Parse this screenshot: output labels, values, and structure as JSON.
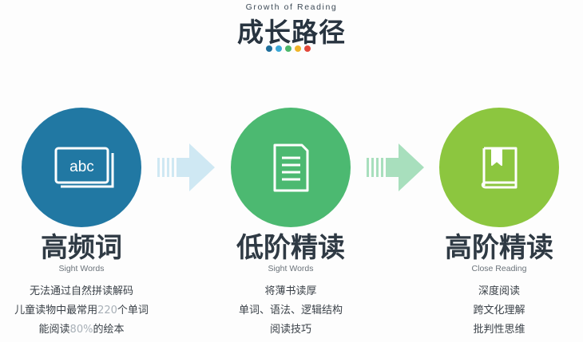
{
  "header": {
    "subtitle": "Growth of Reading",
    "title": "成长路径",
    "dot_colors": [
      "#1f6e9a",
      "#3aa7d6",
      "#4cb86a",
      "#f0b429",
      "#e2473a"
    ]
  },
  "stages": [
    {
      "icon": "abc-board-icon",
      "color": "#2178a3",
      "title": "高频词",
      "subtitle": "Sight Words",
      "lines": [
        {
          "parts": [
            {
              "text": "无法通过自然拼读解码"
            }
          ]
        },
        {
          "parts": [
            {
              "text": "儿童读物中最常用"
            },
            {
              "text": "220",
              "hl": true
            },
            {
              "text": "个单词"
            }
          ]
        },
        {
          "parts": [
            {
              "text": "能阅读"
            },
            {
              "text": "80%",
              "hl": true
            },
            {
              "text": "的绘本"
            }
          ]
        }
      ]
    },
    {
      "icon": "document-icon",
      "color": "#4cb971",
      "title": "低阶精读",
      "subtitle": "Sight Words",
      "lines": [
        {
          "parts": [
            {
              "text": "将薄书读厚"
            }
          ]
        },
        {
          "parts": [
            {
              "text": "单词、语法、逻辑结构"
            }
          ]
        },
        {
          "parts": [
            {
              "text": "阅读技巧"
            }
          ]
        }
      ]
    },
    {
      "icon": "book-icon",
      "color": "#8cc63f",
      "title": "高阶精读",
      "subtitle": "Close Reading",
      "lines": [
        {
          "parts": [
            {
              "text": "深度阅读"
            }
          ]
        },
        {
          "parts": [
            {
              "text": "跨文化理解"
            }
          ]
        },
        {
          "parts": [
            {
              "text": "批判性思维"
            }
          ]
        }
      ]
    }
  ],
  "arrows": [
    {
      "icon": "arrow-right-icon",
      "color": "#cfe8f3"
    },
    {
      "icon": "arrow-right-icon",
      "color": "#a8dfbd"
    }
  ]
}
